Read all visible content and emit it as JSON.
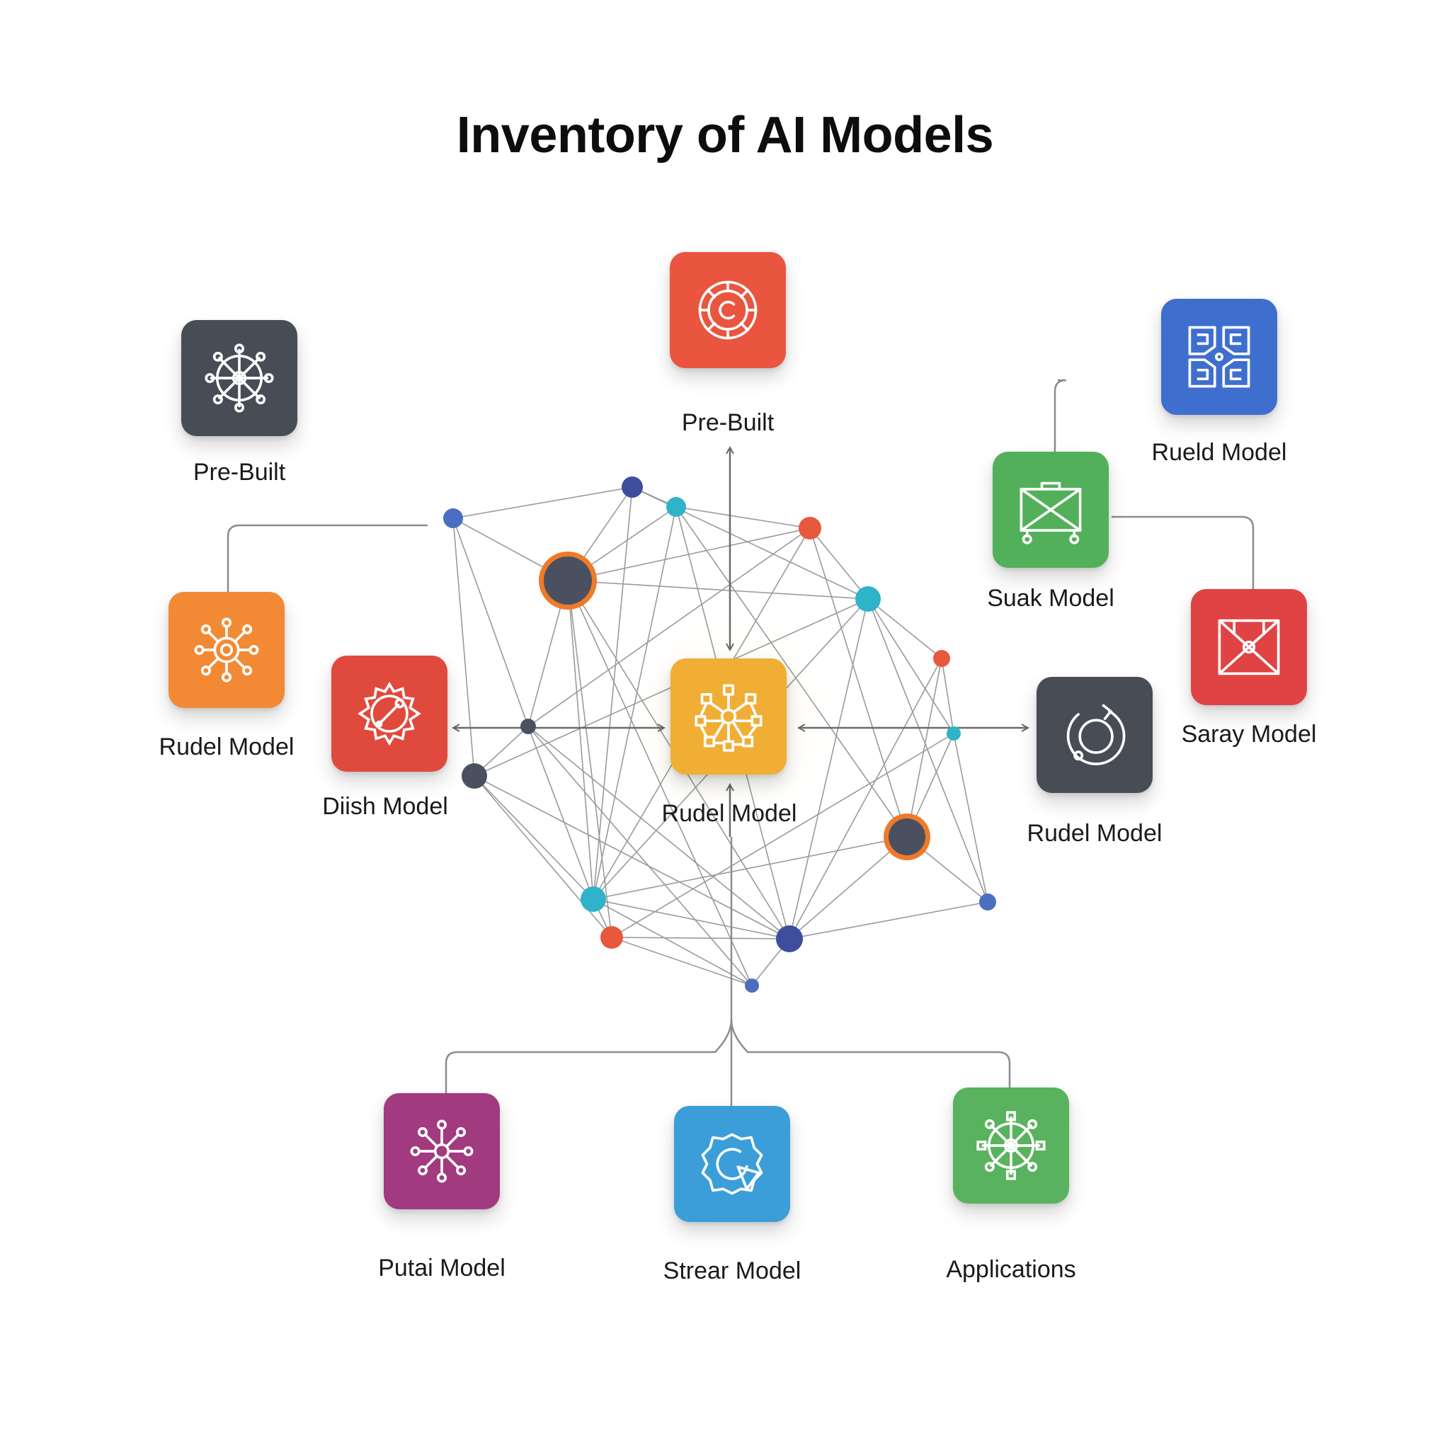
{
  "title": "Inventory of AI Models",
  "colors": {
    "link": "#8d8d8d",
    "arrow": "#6a6a6a",
    "node_gray": "#4a5060",
    "node_navy": "#3d4e9e",
    "node_blue": "#4a6fc0",
    "node_teal": "#2fb3c8",
    "node_red": "#e8583c",
    "node_orange": "#ee7a2a"
  },
  "models": [
    {
      "id": "pre-built-top",
      "label": "Pre-Built",
      "color": "#e9553f",
      "icon": "copyright-gear-icon"
    },
    {
      "id": "pre-built-left",
      "label": "Pre-Built",
      "color": "#474c55",
      "icon": "ship-wheel-icon"
    },
    {
      "id": "rueld",
      "label": "Rueld Model",
      "color": "#3f6fce",
      "icon": "four-quadrant-icon"
    },
    {
      "id": "suak",
      "label": "Suak Model",
      "color": "#52b05a",
      "icon": "briefcase-icon"
    },
    {
      "id": "saray",
      "label": "Saray Model",
      "color": "#e04343",
      "icon": "envelope-icon"
    },
    {
      "id": "rudel-left",
      "label": "Rudel Model",
      "color": "#f28a35",
      "icon": "hub-icon"
    },
    {
      "id": "diish",
      "label": "Diish Model",
      "color": "#e04a3d",
      "icon": "gear-wrench-icon"
    },
    {
      "id": "rudel-center",
      "label": "Rudel Model",
      "color": "#f1ae34",
      "icon": "network-cluster-icon"
    },
    {
      "id": "rudel-right",
      "label": "Rudel Model",
      "color": "#474c55",
      "icon": "rotate-circle-icon"
    },
    {
      "id": "putai",
      "label": "Putai Model",
      "color": "#a13a7e",
      "icon": "starburst-icon"
    },
    {
      "id": "strear",
      "label": "Strear Model",
      "color": "#3b9ed9",
      "icon": "refresh-badge-icon"
    },
    {
      "id": "applications",
      "label": "Applications",
      "color": "#59b25d",
      "icon": "ship-wheel-icon"
    }
  ]
}
